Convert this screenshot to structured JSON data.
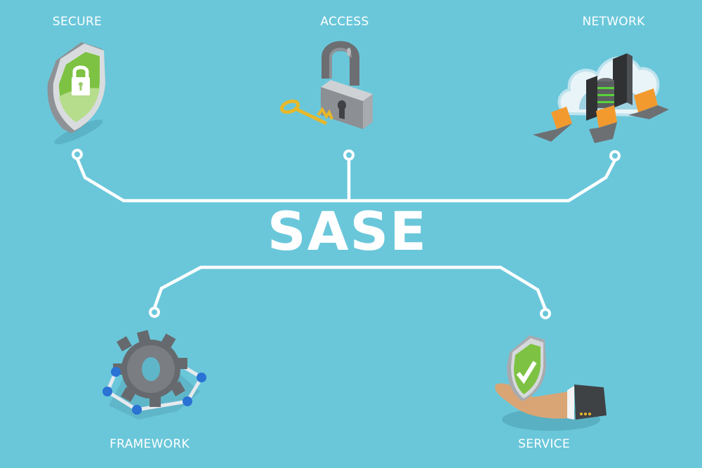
{
  "diagram": {
    "title": "SASE",
    "background_color": "#6ac7da",
    "line_color": "#ffffff",
    "nodes": [
      {
        "id": "secure",
        "label": "SECURE",
        "icon": "shield-lock-icon"
      },
      {
        "id": "access",
        "label": "ACCESS",
        "icon": "padlock-key-icon"
      },
      {
        "id": "network",
        "label": "NETWORK",
        "icon": "cloud-servers-laptops-icon"
      },
      {
        "id": "framework",
        "label": "FRAMEWORK",
        "icon": "gear-network-icon"
      },
      {
        "id": "service",
        "label": "SERVICE",
        "icon": "hand-shield-check-icon"
      }
    ],
    "edges": [
      {
        "from": "SASE",
        "to": "secure"
      },
      {
        "from": "SASE",
        "to": "access"
      },
      {
        "from": "SASE",
        "to": "network"
      },
      {
        "from": "SASE",
        "to": "framework"
      },
      {
        "from": "SASE",
        "to": "service"
      }
    ]
  }
}
